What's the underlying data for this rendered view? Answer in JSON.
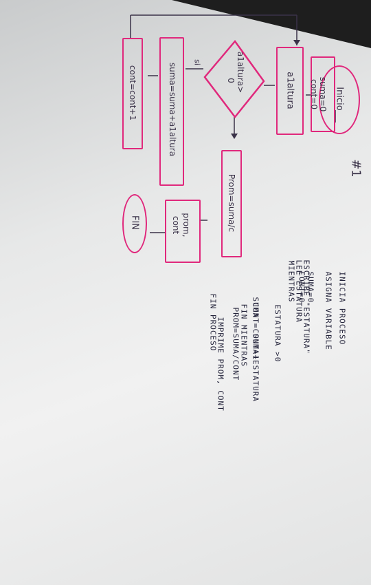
{
  "page_number": "#1",
  "flowchart": {
    "start_label": "Inicio",
    "init_line_1": "suma=0",
    "init_line_2": "cont=0",
    "input_label": "a1altura",
    "decision_line_1": "a1altura>",
    "decision_line_2": "0",
    "yes_label": "si",
    "sum_label": "suma=suma+a1altura",
    "count_label": "cont=cont+1",
    "avg_label": "Prom=suma/c",
    "output_line_1": "prom,",
    "output_line_2": "cont",
    "end_label": "FIN"
  },
  "pseudocode": {
    "lines": [
      "INICIA PROCESO",
      "ASIGNA VARIABLE",
      "SUMA=0",
      "CONT=0",
      "ESCRIBE \"ESTATURA\"",
      "LEE ESTATURA",
      "MIENTRAS",
      "ESTATURA >0",
      "SUMA = SUMA+ESTATURA",
      "CONT=CONT+1",
      "FIN MIENTRAS",
      "PROM=SUMA/CONT",
      "IMPRIME PROM, CONT",
      "FIN PROCESO"
    ]
  },
  "colors": {
    "shape_outline": "#e0287c",
    "ink": "#3a3248",
    "paper": "#eeeeee"
  }
}
